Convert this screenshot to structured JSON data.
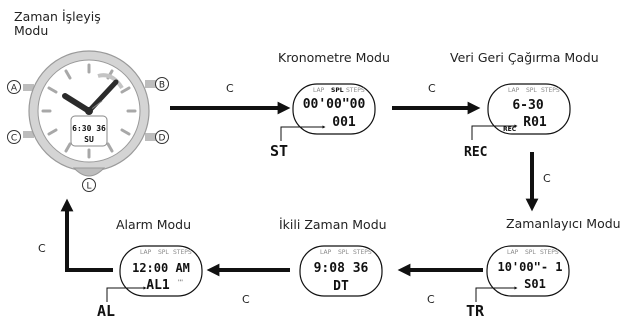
{
  "modes": {
    "timekeeping": "Zaman İşleyiş Modu",
    "stopwatch": "Kronometre Modu",
    "recall": "Veri Geri Çağırma Modu",
    "timer": "Zamanlayıcı Modu",
    "dualtime": "İkili Zaman Modu",
    "alarm": "Alarm Modu"
  },
  "button_label": "C",
  "watch_buttons": [
    "A",
    "B",
    "C",
    "D",
    "L"
  ],
  "indicators": {
    "lap": "LAP",
    "spl": "SPL",
    "steps": "STEPS"
  },
  "watch_face": {
    "time": "6:30 36",
    "day": "SU"
  },
  "lcd": {
    "stopwatch": {
      "top": "00'00\"00",
      "bottom": "001",
      "tag": "ST"
    },
    "recall": {
      "top": "6-30",
      "bottom": "R01",
      "tag": "REC",
      "small": "REC"
    },
    "timer": {
      "top": "10'00\"- 1",
      "bottom": "S01",
      "tag": "TR"
    },
    "dualtime": {
      "top": "9:08 36",
      "bottom": "DT"
    },
    "alarm": {
      "top": "12:00 AM",
      "bottom": "AL1",
      "tag": "AL"
    }
  }
}
